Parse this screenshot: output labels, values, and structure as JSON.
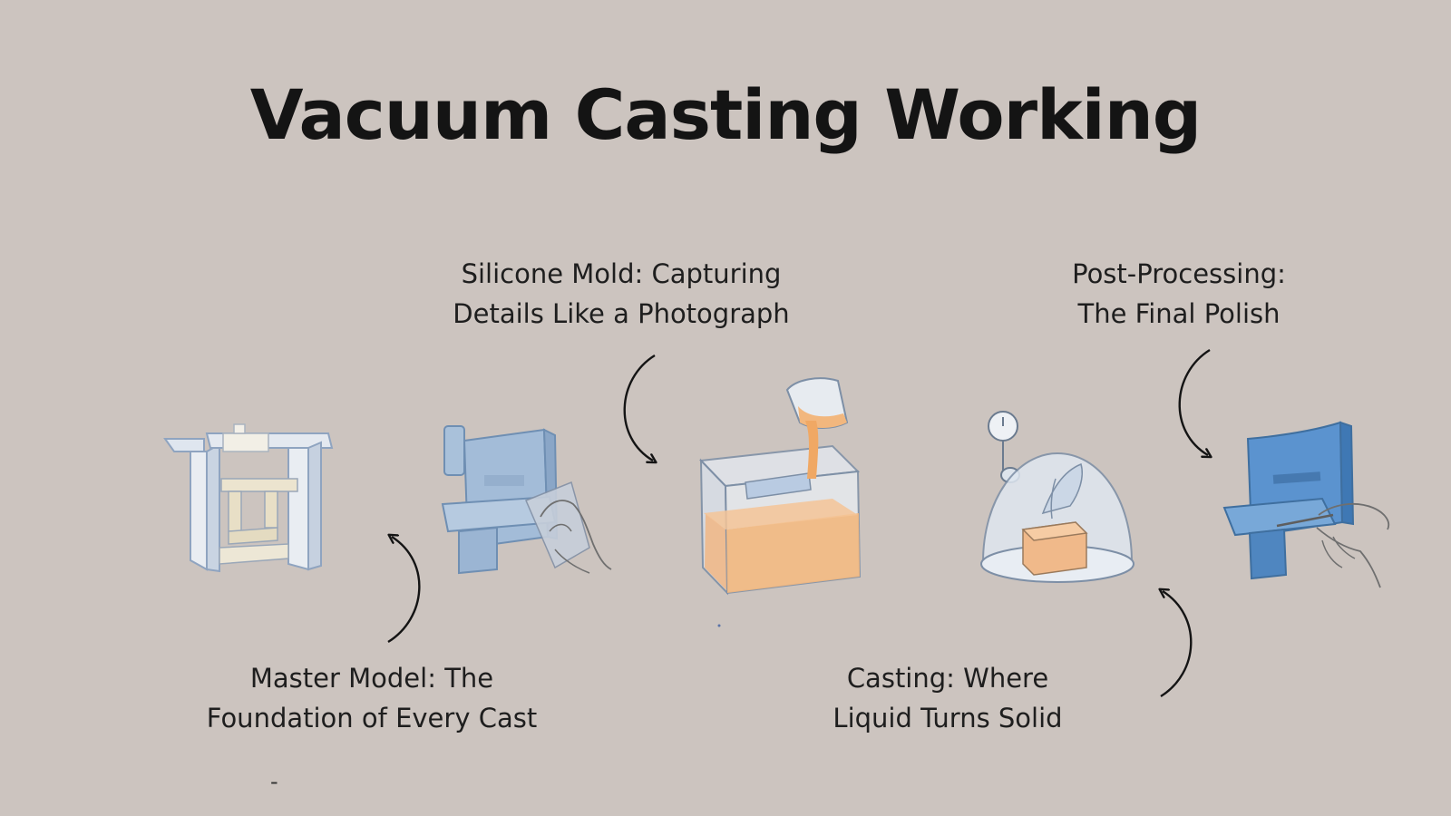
{
  "title": "Vacuum Casting Working",
  "steps": [
    {
      "id": "master-model",
      "line1": "Master Model: The",
      "line2": "Foundation of Every Cast"
    },
    {
      "id": "silicone-mold",
      "line1": "Silicone Mold: Capturing",
      "line2": "Details Like a Photograph"
    },
    {
      "id": "casting",
      "line1": "Casting: Where",
      "line2": "Liquid Turns Solid"
    },
    {
      "id": "post-processing",
      "line1": "Post-Processing:",
      "line2": "The Final Polish"
    }
  ],
  "stray_mark": "-",
  "colors": {
    "background": "#ccc4bf",
    "mold_blue": "#a9c4de",
    "resin_orange": "#f2b77e",
    "final_part_blue": "#5b93cf",
    "ink": "#141414"
  },
  "icons": [
    "master-model-icon",
    "silicone-mold-icon",
    "pouring-box-icon",
    "vacuum-chamber-icon",
    "finished-part-icon",
    "curved-arrow-icon"
  ]
}
